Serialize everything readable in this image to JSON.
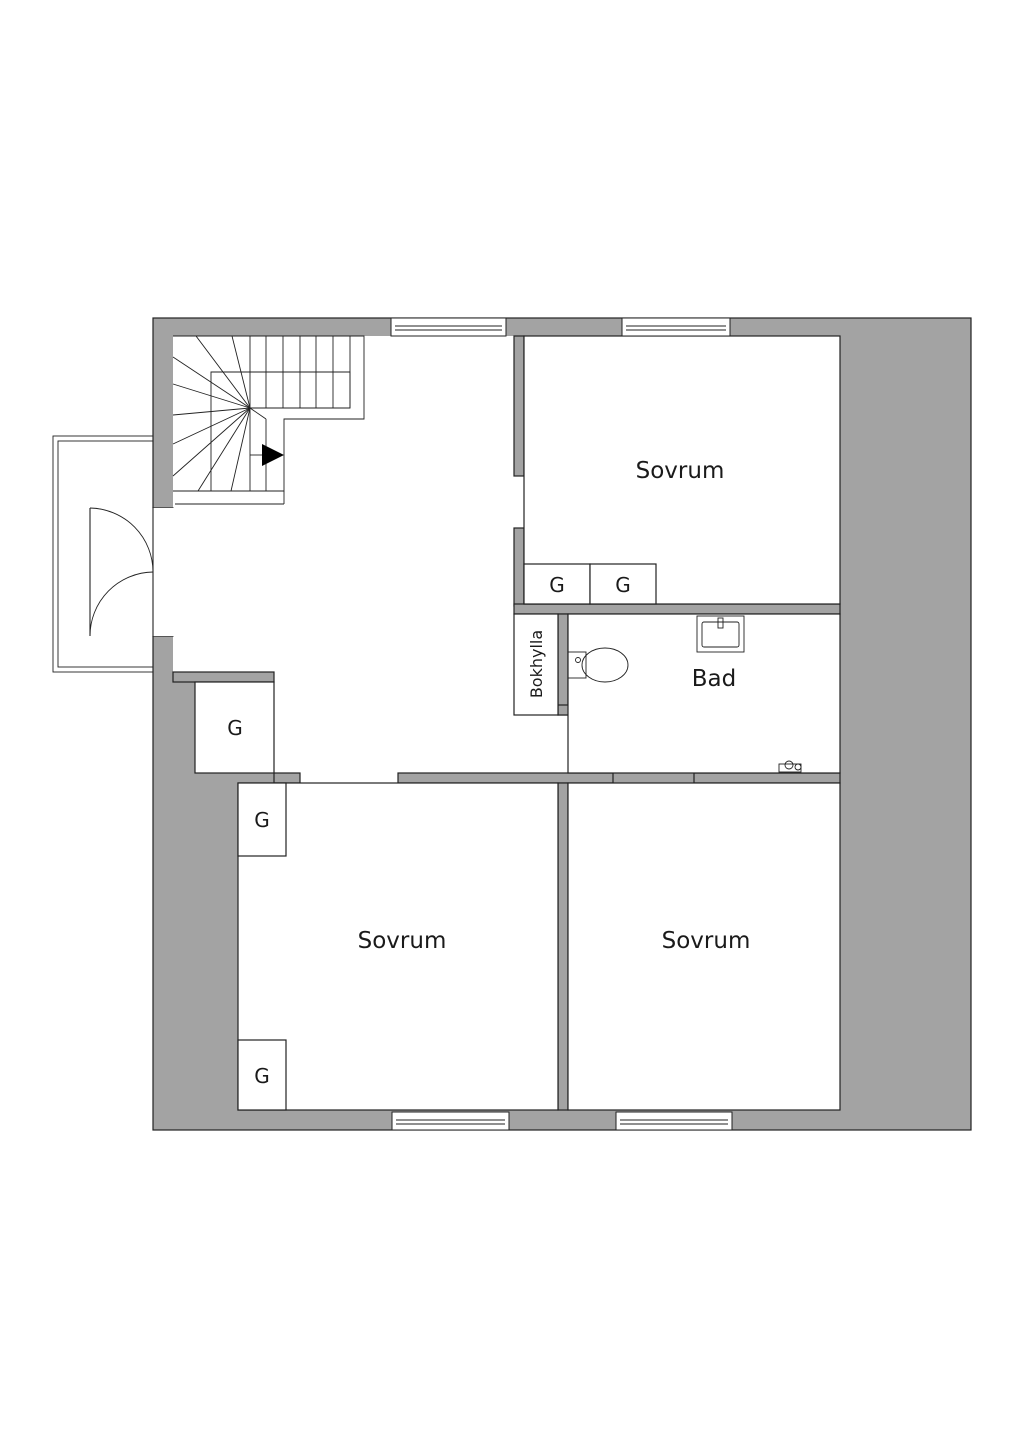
{
  "rooms": {
    "bedroom_top_right": "Sovrum",
    "bedroom_bottom_left": "Sovrum",
    "bedroom_bottom_right": "Sovrum",
    "bathroom": "Bad"
  },
  "closets": {
    "closet_label": "G",
    "bookshelf": "Bokhylla"
  },
  "colors": {
    "wall": "#a3a3a3",
    "line": "#222222",
    "background": "#ffffff"
  }
}
